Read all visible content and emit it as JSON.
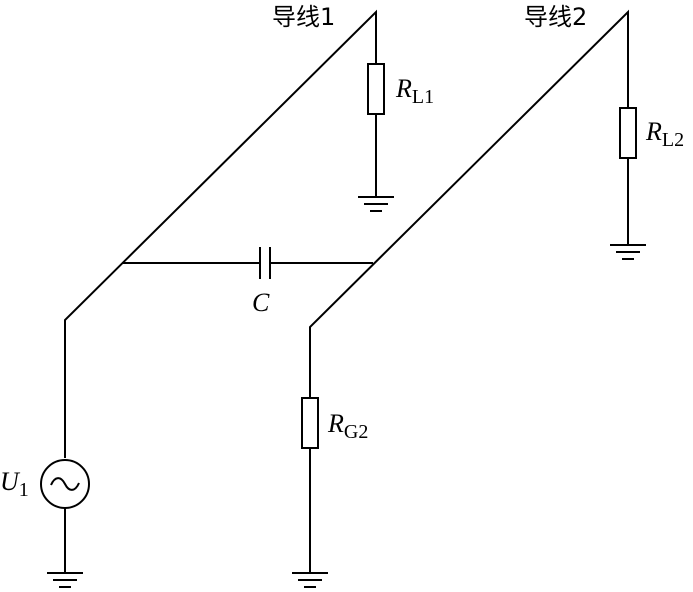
{
  "labels": {
    "wire1": "导线1",
    "wire2": "导线2",
    "rl1_sym": "R",
    "rl1_sub": "L1",
    "rl2_sym": "R",
    "rl2_sub": "L2",
    "rg2_sym": "R",
    "rg2_sub": "G2",
    "cap": "C",
    "src_sym": "U",
    "src_sub": "1"
  },
  "colors": {
    "line": "#000000",
    "background": "#ffffff"
  }
}
